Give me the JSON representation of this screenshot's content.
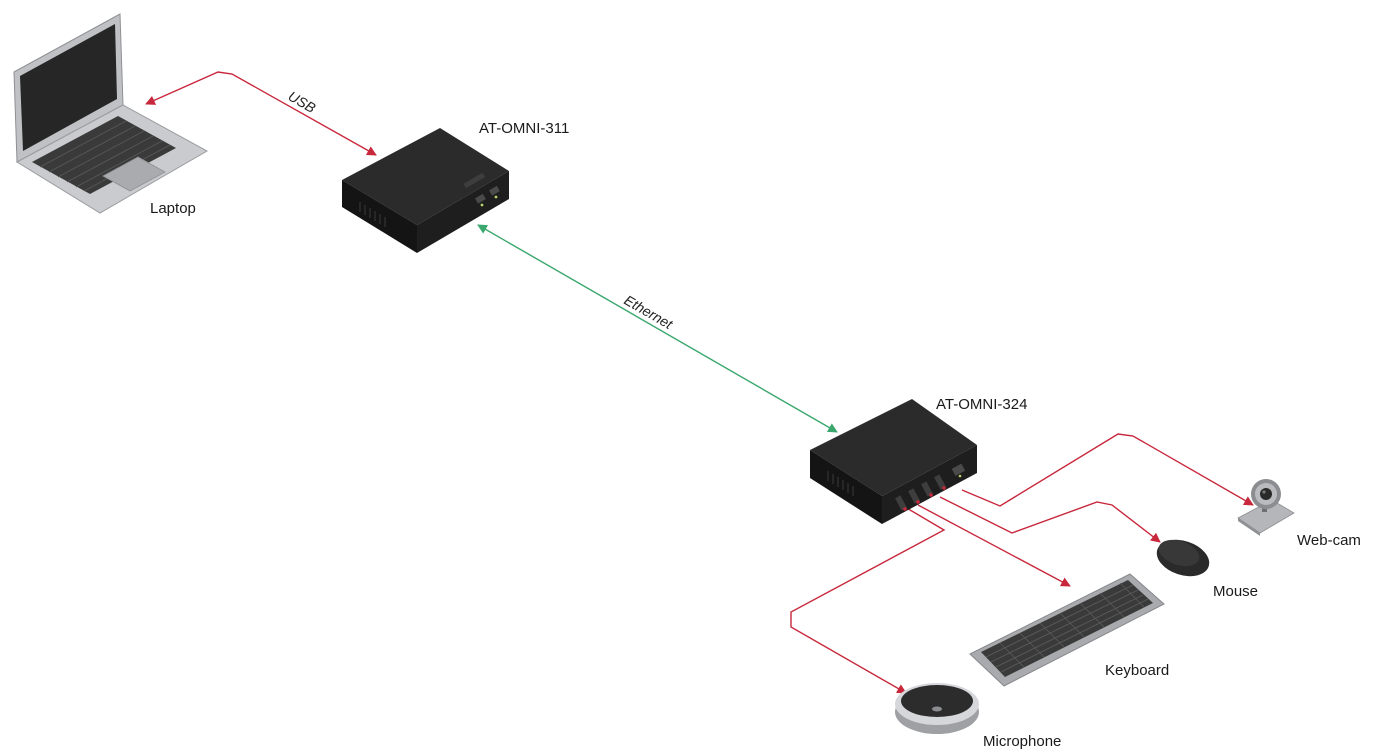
{
  "colors": {
    "usb_line": "#c8283c",
    "ethernet_line": "#3aa76d",
    "device_dark": "#1b1b1b",
    "laptop_body": "#c7c9cc",
    "laptop_screen": "#2a2a2a"
  },
  "devices": {
    "laptop": "Laptop",
    "transmitter": "AT-OMNI-311",
    "receiver": "AT-OMNI-324",
    "webcam": "Web-cam",
    "mouse": "Mouse",
    "keyboard": "Keyboard",
    "microphone": "Microphone"
  },
  "connections": {
    "usb": "USB",
    "ethernet": "Ethernet"
  },
  "icons": {
    "laptop": "laptop-icon",
    "transmitter": "omni-311-box-icon",
    "receiver": "omni-324-box-icon",
    "webcam": "webcam-icon",
    "mouse": "mouse-icon",
    "keyboard": "keyboard-icon",
    "microphone": "microphone-icon"
  }
}
